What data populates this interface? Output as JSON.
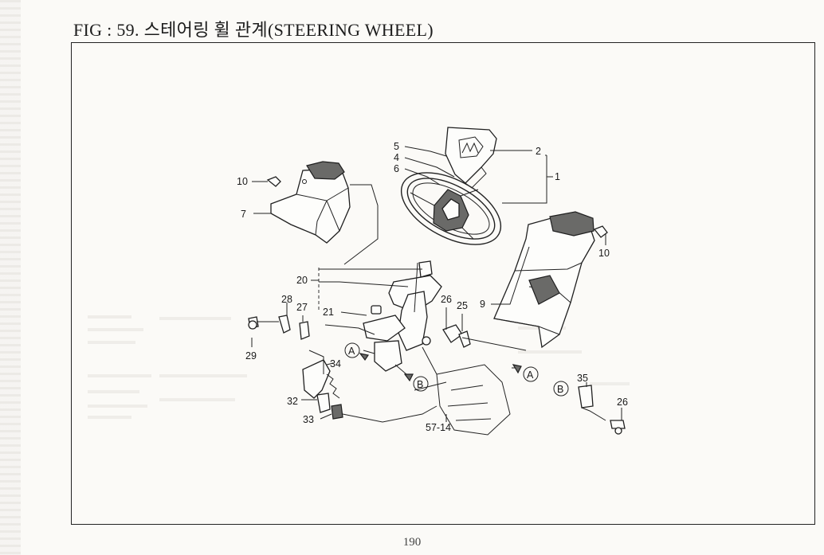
{
  "header": {
    "fig_label": "FIG : 59.",
    "title_ko": "스테어링 휠 관계",
    "title_en": "(STEERING WHEEL)"
  },
  "callouts": {
    "c1": "1",
    "c2": "2",
    "c4": "4",
    "c5": "5",
    "c6": "6",
    "c7": "7",
    "c9": "9",
    "c10a": "10",
    "c10b": "10",
    "c20": "20",
    "c21": "21",
    "c25": "25",
    "c26a": "26",
    "c26b": "26",
    "c27": "27",
    "c28": "28",
    "c29": "29",
    "c32": "32",
    "c33": "33",
    "c34": "34",
    "c35": "35",
    "c5714": "57-14"
  },
  "markers": {
    "a1": "A",
    "a2": "A",
    "b1": "B",
    "b2": "B"
  },
  "footer": {
    "page_number": "190"
  }
}
